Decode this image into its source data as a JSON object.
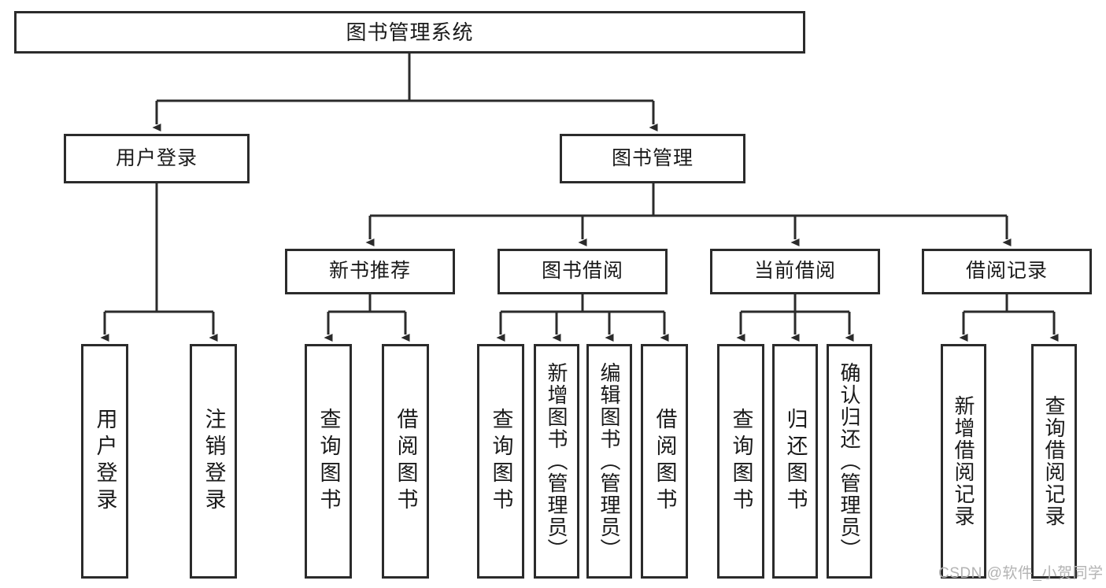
{
  "diagram": {
    "title": "图书管理系统",
    "type": "tree",
    "orientation": "top-down",
    "colors": {
      "box_border": "#2b2b2b",
      "box_fill": "#ffffff",
      "connector": "#2b2b2b",
      "text": "#1a1a1a",
      "watermark": "#b3b3b3",
      "background": "#ffffff"
    },
    "root": {
      "label": "图书管理系统"
    },
    "level2": [
      {
        "label": "用户登录"
      },
      {
        "label": "图书管理"
      }
    ],
    "level3": [
      {
        "label": "新书推荐"
      },
      {
        "label": "图书借阅"
      },
      {
        "label": "当前借阅"
      },
      {
        "label": "借阅记录"
      }
    ],
    "leaves": {
      "user_login": [
        {
          "label": "用户登录"
        },
        {
          "label": "注销登录"
        }
      ],
      "new_book_recommend": [
        {
          "label": "查询图书"
        },
        {
          "label": "借阅图书"
        }
      ],
      "book_borrow": [
        {
          "label": "查询图书"
        },
        {
          "label": "新增图书（管理员）"
        },
        {
          "label": "编辑图书（管理员）"
        },
        {
          "label": "借阅图书"
        }
      ],
      "current_borrow": [
        {
          "label": "查询图书"
        },
        {
          "label": "归还图书"
        },
        {
          "label": "确认归还（管理员）"
        }
      ],
      "borrow_record": [
        {
          "label": "新增借阅记录"
        },
        {
          "label": "查询借阅记录"
        }
      ]
    }
  },
  "watermark": {
    "text": "CSDN @软件_小贺同学"
  }
}
